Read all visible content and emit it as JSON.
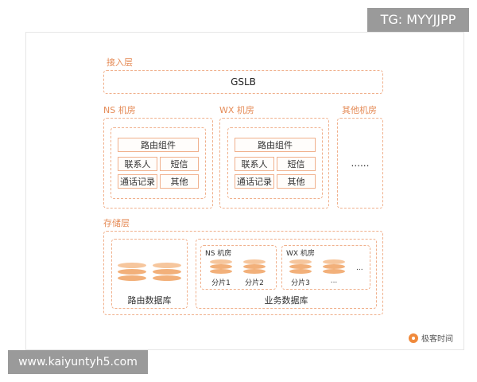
{
  "watermark_tg": "TG: MYYJJPP",
  "watermark_url": "www.kaiyuntyh5.com",
  "access_layer": {
    "label": "接入层",
    "gslb": "GSLB"
  },
  "datacenters": [
    {
      "label": "NS 机房",
      "router": "路由组件",
      "items": [
        "联系人",
        "短信",
        "通话记录",
        "其他"
      ]
    },
    {
      "label": "WX 机房",
      "router": "路由组件",
      "items": [
        "联系人",
        "短信",
        "通话记录",
        "其他"
      ]
    },
    {
      "label": "其他机房",
      "ellipsis": "......"
    }
  ],
  "storage": {
    "label": "存储层",
    "route_db": "路由数据库",
    "business_db": "业务数据库",
    "ns_label": "NS 机房",
    "wx_label": "WX 机房",
    "shards": [
      "分片1",
      "分片2",
      "分片3",
      "..."
    ],
    "more": "..."
  },
  "logo_text": "极客时间",
  "colors": {
    "accent": "#f0b08c",
    "label": "#e58b57",
    "disk": "#f2b07a"
  }
}
